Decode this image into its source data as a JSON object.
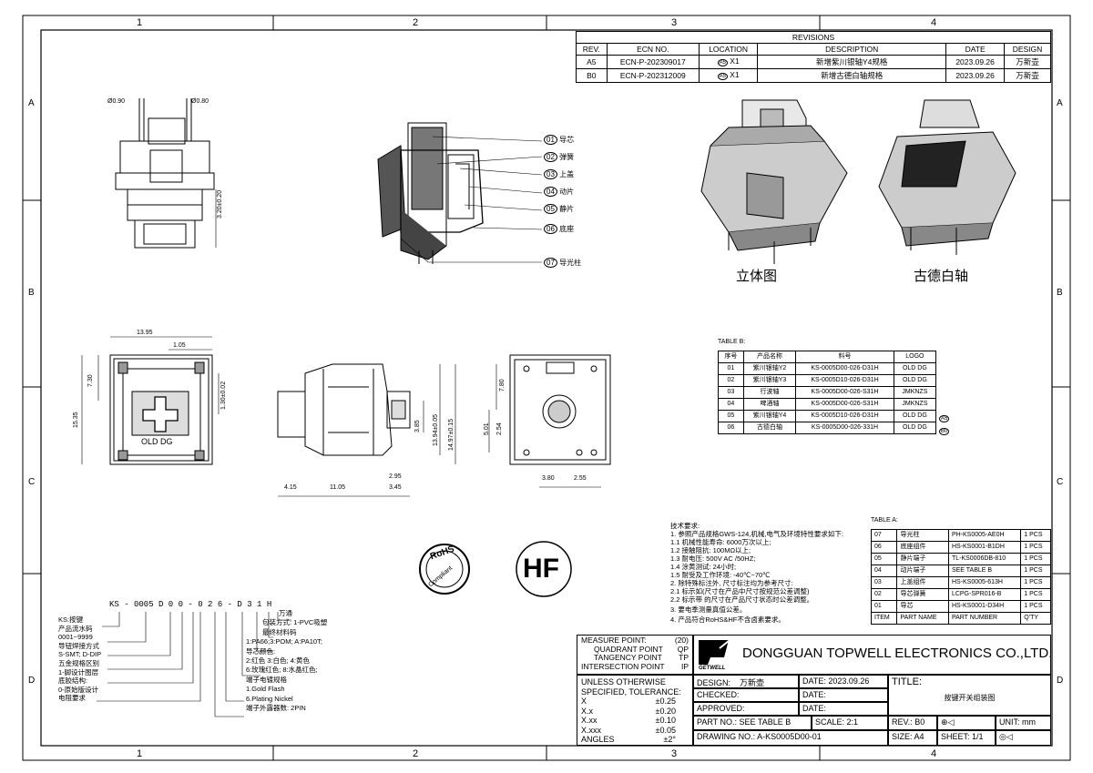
{
  "frame": {
    "zone_columns": [
      "1",
      "2",
      "3",
      "4"
    ],
    "zone_rows": [
      "A",
      "B",
      "C",
      "D"
    ]
  },
  "revisions": {
    "title": "REVISIONS",
    "headers": [
      "REV.",
      "ECN NO.",
      "LOCATION",
      "DESCRIPTION",
      "DATE",
      "DESIGN"
    ],
    "rows": [
      {
        "rev": "A5",
        "ecn": "ECN-P-202309017",
        "loc_mark": "A5",
        "loc": "X1",
        "desc": "新增紫川银轴Y4规格",
        "date": "2023.09.26",
        "design": "万新壶"
      },
      {
        "rev": "B0",
        "ecn": "ECN-P-202312009",
        "loc_mark": "A5",
        "loc": "X1",
        "desc": "新增古德白轴规格",
        "date": "2023.09.26",
        "design": "万新壶"
      }
    ]
  },
  "dimensions": {
    "pin_dia_1": "Ø0.90",
    "pin_dia_2": "Ø0.80",
    "pin_height": "3.20±0.20",
    "width_top": "13.95",
    "width_top2": "1.05",
    "h_left1": "7.30",
    "h_left2": "15.35",
    "h_right": "1.30±0.02",
    "stem_h": "3.85",
    "total_h1": "13.94±0.05",
    "total_h2": "14.97±0.15",
    "bottom1": "4.15",
    "bottom2": "11.05",
    "bottom3": "2.95",
    "bottom4": "3.45",
    "rb_left1": "7.80",
    "rb_left2": "5.01",
    "rb_left3": "2.54",
    "rb_bottom1": "3.80",
    "rb_bottom2": "2.55",
    "housing_text": "OLD DG"
  },
  "callouts": [
    {
      "num": "01",
      "label": "导芯"
    },
    {
      "num": "02",
      "label": "弹簧"
    },
    {
      "num": "03",
      "label": "上盖"
    },
    {
      "num": "04",
      "label": "动片"
    },
    {
      "num": "05",
      "label": "静片"
    },
    {
      "num": "06",
      "label": "底座"
    },
    {
      "num": "07",
      "label": "导光柱"
    }
  ],
  "views": {
    "iso_label": "立体图",
    "white_label": "古德白轴"
  },
  "table_b": {
    "title": "TABLE B:",
    "headers": [
      "序号",
      "产品名称",
      "料号",
      "LOGO"
    ],
    "rows": [
      {
        "no": "01",
        "name": "紫川银轴Y2",
        "pn": "KS-0005D00-026-D31H",
        "logo": "OLD DG",
        "mark": ""
      },
      {
        "no": "02",
        "name": "紫川银轴Y3",
        "pn": "KS-0005D10-026-D31H",
        "logo": "OLD DG",
        "mark": ""
      },
      {
        "no": "03",
        "name": "行波轴",
        "pn": "KS-0005D00-026-S31H",
        "logo": "JMKNZS",
        "mark": ""
      },
      {
        "no": "04",
        "name": "啤酒轴",
        "pn": "KS-0005D00-026-S31H",
        "logo": "JMKNZS",
        "mark": ""
      },
      {
        "no": "05",
        "name": "紫川银轴Y4",
        "pn": "KS-0005D10-026-D31H",
        "logo": "OLD DG",
        "mark": "A5"
      },
      {
        "no": "06",
        "name": "古德白轴",
        "pn": "KS-0005D00-026-331H",
        "logo": "OLD DG",
        "mark": "B0"
      }
    ]
  },
  "table_a": {
    "title": "TABLE A:",
    "headers": [
      "ITEM",
      "PART NAME",
      "PART NUMBER",
      "Q'TY"
    ],
    "rows": [
      {
        "item": "07",
        "name": "导光柱",
        "pn": "PH-KS0005-AE0H",
        "qty": "1 PCS"
      },
      {
        "item": "06",
        "name": "底座组件",
        "pn": "HS-KS0001-B1DH",
        "qty": "1 PCS"
      },
      {
        "item": "05",
        "name": "静片端子",
        "pn": "TL-KS0006DB-810",
        "qty": "1 PCS"
      },
      {
        "item": "04",
        "name": "动片端子",
        "pn": "SEE TABLE B",
        "qty": "1 PCS"
      },
      {
        "item": "03",
        "name": "上盖组件",
        "pn": "HS-KS0005-613H",
        "qty": "1 PCS"
      },
      {
        "item": "02",
        "name": "导芯弹簧",
        "pn": "LCPG-SPR016-B",
        "qty": "1 PCS"
      },
      {
        "item": "01",
        "name": "导芯",
        "pn": "HS-KS0001-D34H",
        "qty": "1 PCS"
      }
    ]
  },
  "tech_notes": [
    "技术要求:",
    "1. 参照产品规格GWS-124,机械,电气及环境特性要求如下:",
    "   1.1 机械性能寿命: 6000万次以上;",
    "   1.2 接触阻抗: 100MΩ以上;",
    "   1.3 耐电压: 500V AC /50HZ;",
    "   1.4 涂黄测试: 24小时;",
    "   1.5 耐受及工作环境: -40℃~70℃",
    "2. 除特殊标注外, 尺寸标注均为参考尺寸:",
    "   2.1 标示如(尺寸在产品中尺寸按规范公差调整)",
    "   2.2 标示带 的尺寸在产品尺寸状态时公差调整。",
    "3. 要电季测量真值公差。",
    "4. 产品符合RoHS&HF不含卤素要求。"
  ],
  "logos": {
    "rohs_top": "RoHS",
    "rohs_bottom": "Compliant",
    "hf": "HF"
  },
  "part_code": {
    "code": "KS - 0005 D 0 0 - 0 2 6 - D 3 1 H",
    "left_labels": [
      "KS:按键",
      "产品流水码",
      "0001~9999",
      "导钮焊接方式",
      "S-SMT; D-DIP",
      "五金规格区别",
      "1-脚设计图层",
      "底胶结构:",
      "0-原始版设计",
      "电阻要求"
    ],
    "right_labels": [
      "万通",
      "包装方式: 1-PVC吸塑",
      "最终材料码",
      "1:PA66;3:POM; A:PA10T;",
      "导芯颜色:",
      "2:红色 3:白色; 4:黄色",
      "6:玫瑰红色; 8:水晶红色;",
      "端子电镀规格",
      "1.Gold Flash",
      "6.Plating Nickel",
      "端子外露器数: 2PIN"
    ]
  },
  "measure": {
    "rows": [
      {
        "label": "MEASURE POINT:",
        "value": "(20)"
      },
      {
        "label": "QUADRANT POINT",
        "value": "QP"
      },
      {
        "label": "TANGENCY POINT",
        "value": "TP"
      },
      {
        "label": "INTERSECTION POINT",
        "value": "IP"
      }
    ]
  },
  "company": {
    "name": "DONGGUAN TOPWELL ELECTRONICS CO.,LTD.",
    "logo_text": "GETWELL"
  },
  "tolerance": {
    "title1": "UNLESS OTHERWISE",
    "title2": "SPECIFIED, TOLERANCE:",
    "rows": [
      {
        "k": "X",
        "v": "±0.25"
      },
      {
        "k": "X.x",
        "v": "±0.20"
      },
      {
        "k": "X.xx",
        "v": "±0.10"
      },
      {
        "k": "X.xxx",
        "v": "±0.05"
      },
      {
        "k": "ANGLES",
        "v": "±2°"
      }
    ]
  },
  "title_block": {
    "design_label": "DESIGN:",
    "design_value": "万新壶",
    "date_label": "DATE:",
    "date_value": "2023.09.26",
    "checked_label": "CHECKED:",
    "checked_date": "DATE:",
    "approved_label": "APPROVED:",
    "approved_date": "DATE:",
    "title_label": "TITLE:",
    "title_value": "按键开关组装图",
    "part_no": "PART NO.: SEE TABLE B",
    "scale": "SCALE: 2:1",
    "drawing_no": "DRAWING NO.: A-KS0005D00-01",
    "rev_label": "REV.:",
    "rev_value": "B0",
    "unit_label": "UNIT:",
    "unit_value": "mm",
    "size_label": "SIZE:",
    "size_value": "A4",
    "sheet": "SHEET: 1/1"
  }
}
